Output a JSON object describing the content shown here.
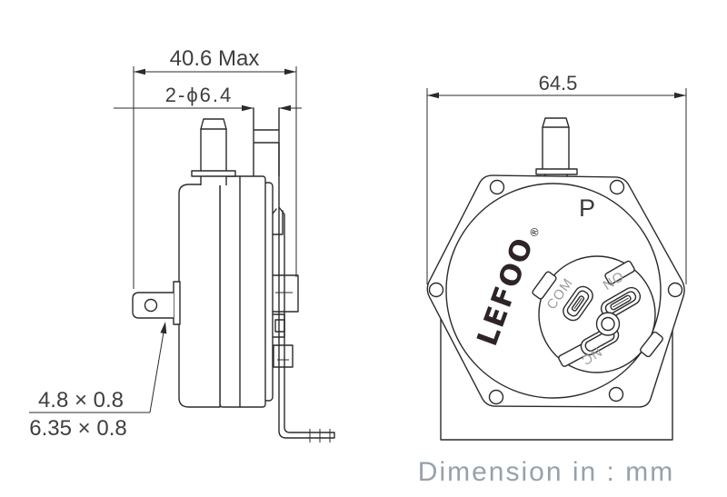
{
  "front_view": {
    "dim_width": "64.5",
    "brand": "LEFOO",
    "reg_mark": "®",
    "port_label": "P",
    "terminals": {
      "com": "COM",
      "no": "NO",
      "nc": "NC"
    }
  },
  "side_view": {
    "dim_depth": "40.6 Max",
    "dim_holes": "2-ϕ6.4",
    "terminal_size_a": "4.8 × 0.8",
    "terminal_size_b": "6.35 × 0.8"
  },
  "footer": {
    "note": "Dimension in : mm"
  },
  "colors": {
    "line": "#2b2b2b",
    "dim_text": "#3f3f3f",
    "brand_text": "#2e2427",
    "terminal_label": "#9d9d9d",
    "footer_text": "#97a1a9"
  }
}
